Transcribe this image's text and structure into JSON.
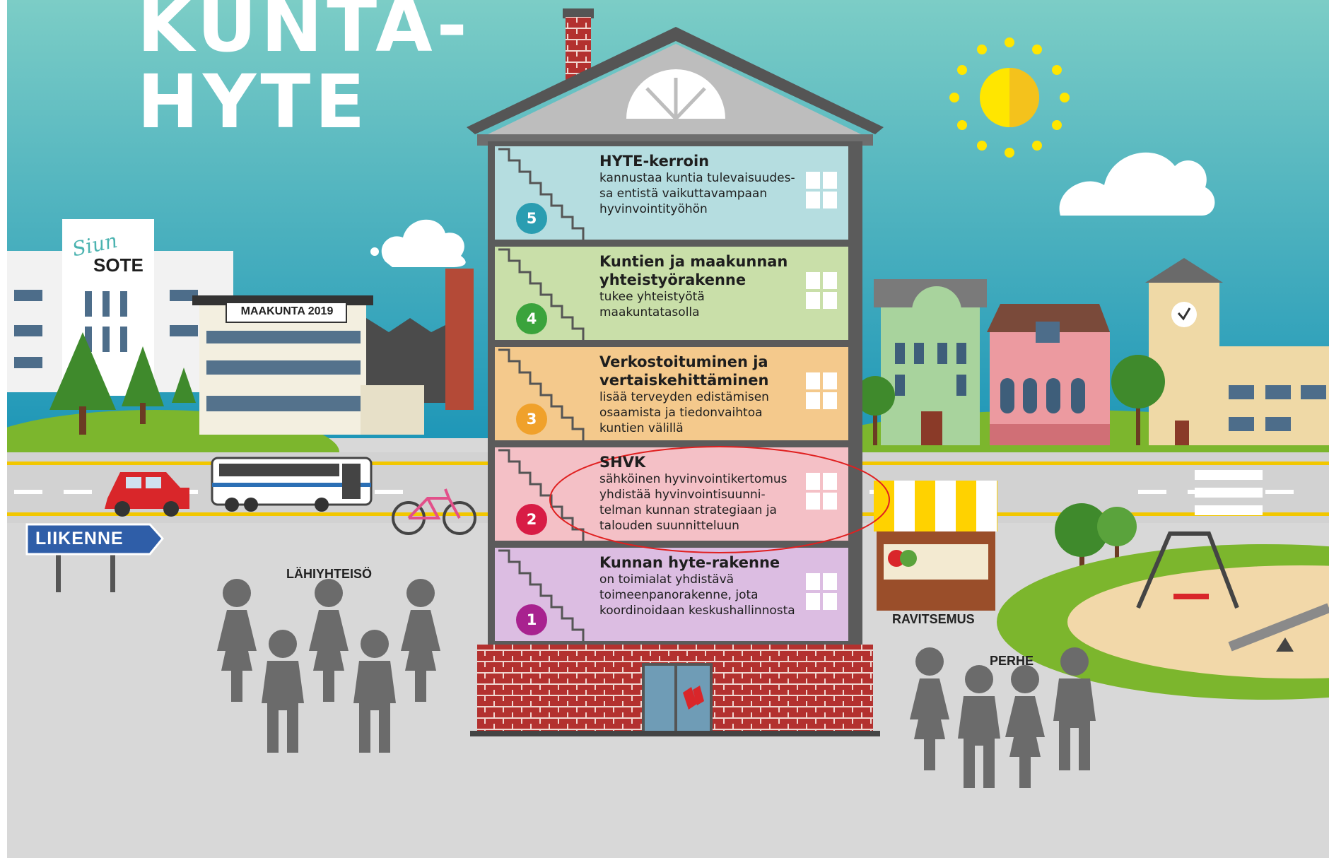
{
  "title": {
    "line1": "KUNTA-",
    "line2": "HYTE"
  },
  "colors": {
    "sky": "#6dc6c4",
    "road": "#d7d7d7",
    "grass": "#7cb62d",
    "roof": "#5b5b5b",
    "highlight": "#e02020"
  },
  "labels": {
    "siun": "Siun",
    "sote": "SOTE",
    "maakunta": "MAAKUNTA 2019",
    "liikenne": "LIIKENNE",
    "lahiyhteiso": "LÄHIYHTEISÖ",
    "ravitsemus": "RAVITSEMUS",
    "perhe": "PERHE"
  },
  "floors": [
    {
      "number": "5",
      "heading": "HYTE-kerroin",
      "body": [
        "kannustaa kuntia tulevaisuudes-",
        "sa entistä vaikuttavampaan",
        "hyvinvointityöhön"
      ],
      "color": "#b5dde0",
      "badge": "#2a9db1"
    },
    {
      "number": "4",
      "heading": "Kuntien ja maakunnan yhteistyörakenne",
      "body": [
        "tukee yhteistyötä",
        "maakuntatasolla"
      ],
      "color": "#c9dfa9",
      "badge": "#3aa33c"
    },
    {
      "number": "3",
      "heading": "Verkostoituminen ja vertaiskehittäminen",
      "body": [
        "lisää terveyden edistämisen",
        "osaamista ja tiedonvaihtoa",
        "kuntien välillä"
      ],
      "color": "#f4c98c",
      "badge": "#f0a12b"
    },
    {
      "number": "2",
      "heading": "SHVK",
      "body": [
        "sähköinen hyvinvointikertomus",
        "yhdistää hyvinvointisuunni-",
        "telman kunnan strategiaan ja",
        "talouden suunnitteluun"
      ],
      "color": "#f4c0c6",
      "badge": "#d81c45",
      "highlighted": true
    },
    {
      "number": "1",
      "heading": "Kunnan hyte-rakenne",
      "body": [
        "on toimialat yhdistävä",
        "toimeenpanorakenne, jota",
        "koordinoidaan keskushallinnosta"
      ],
      "color": "#dcbde2",
      "badge": "#a8228f"
    }
  ]
}
